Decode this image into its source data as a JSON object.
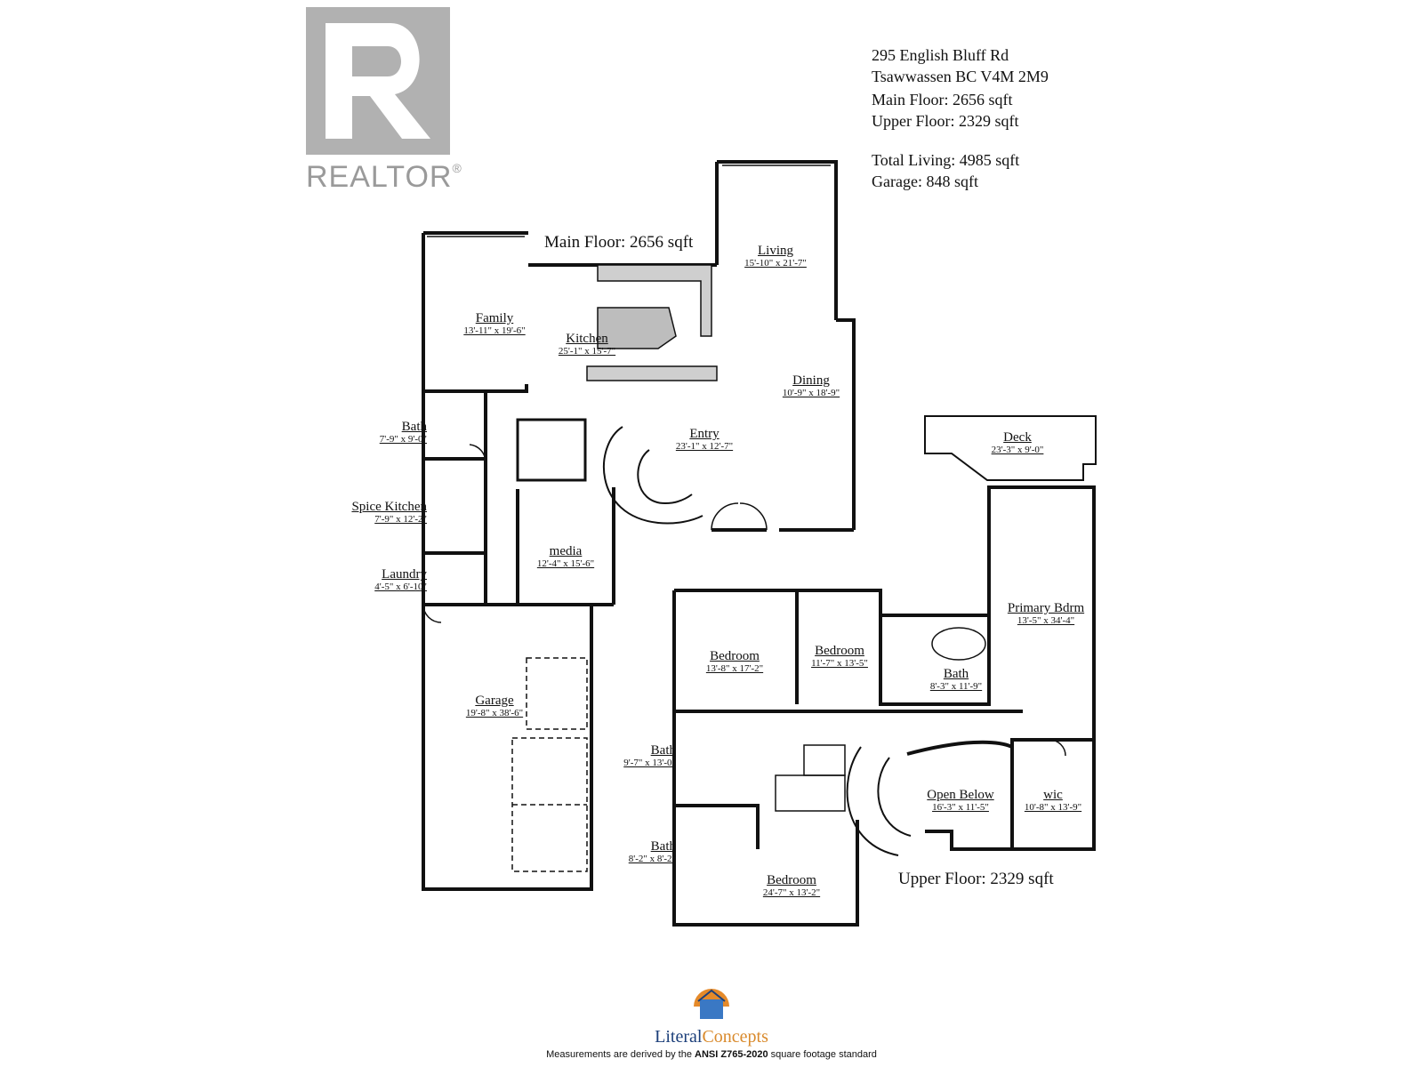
{
  "branding": {
    "realtor_word": "REALTOR",
    "realtor_reg": "®",
    "literal_a": "Literal",
    "literal_b": "Concepts"
  },
  "info": {
    "address_line1": "295 English Bluff Rd",
    "address_line2": "Tsawwassen BC V4M 2M9",
    "main_floor": "Main Floor: 2656 sqft",
    "upper_floor": "Upper Floor: 2329 sqft",
    "total_living": "Total Living: 4985 sqft",
    "garage": "Garage: 848 sqft"
  },
  "floor_titles": {
    "main": "Main Floor: 2656 sqft",
    "upper": "Upper Floor: 2329 sqft"
  },
  "rooms": {
    "family": {
      "name": "Family",
      "dims": "13'-11\" x 19'-6\""
    },
    "kitchen": {
      "name": "Kitchen",
      "dims": "25'-1\" x 15'-7\""
    },
    "living": {
      "name": "Living",
      "dims": "15'-10\" x 21'-7\""
    },
    "dining": {
      "name": "Dining",
      "dims": "10'-9\" x 18'-9\""
    },
    "entry": {
      "name": "Entry",
      "dims": "23'-1\" x 12'-7\""
    },
    "bath_main": {
      "name": "Bath",
      "dims": "7'-9\" x 9'-0\""
    },
    "spice_kitchen": {
      "name": "Spice Kitchen",
      "dims": "7'-9\" x 12'-2\""
    },
    "laundry": {
      "name": "Laundry",
      "dims": "4'-5\" x 6'-10\""
    },
    "media": {
      "name": "media",
      "dims": "12'-4\" x 15'-6\""
    },
    "garage": {
      "name": "Garage",
      "dims": "19'-8\" x 38'-6\""
    },
    "deck": {
      "name": "Deck",
      "dims": "23'-3\" x 9'-0\""
    },
    "primary_bdrm": {
      "name": "Primary Bdrm",
      "dims": "13'-5\" x 34'-4\""
    },
    "bedroom1": {
      "name": "Bedroom",
      "dims": "13'-8\" x 17'-2\""
    },
    "bedroom2": {
      "name": "Bedroom",
      "dims": "11'-7\" x 13'-5\""
    },
    "bath_primary": {
      "name": "Bath",
      "dims": "8'-3\" x 11'-9\""
    },
    "bath_upper1": {
      "name": "Bath",
      "dims": "9'-7\" x 13'-0\""
    },
    "bath_upper2": {
      "name": "Bath",
      "dims": "8'-2\" x 8'-2\""
    },
    "open_below": {
      "name": "Open Below",
      "dims": "16'-3\" x 11'-5\""
    },
    "wic": {
      "name": "wic",
      "dims": "10'-8\" x 13'-9\""
    },
    "bedroom3": {
      "name": "Bedroom",
      "dims": "24'-7\" x 13'-2\""
    }
  },
  "footer": {
    "prefix": "Measurements are derived by the ",
    "standard": "ANSI Z765-2020",
    "suffix": " square footage standard"
  }
}
